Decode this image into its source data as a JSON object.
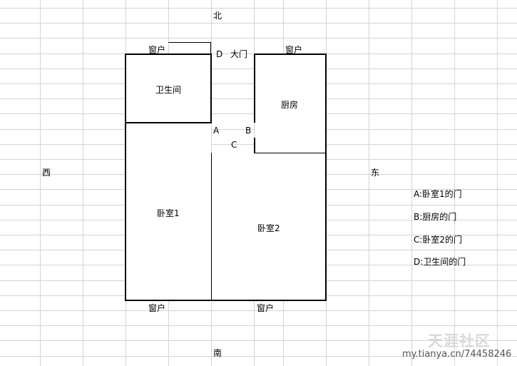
{
  "compass": {
    "north": "北",
    "south": "南",
    "west": "西",
    "east": "东"
  },
  "rooms": {
    "bathroom": "卫生间",
    "kitchen": "厨房",
    "bedroom1": "卧室1",
    "bedroom2": "卧室2"
  },
  "doors": {
    "main": "大门",
    "a": "A",
    "b": "B",
    "c": "C",
    "d": "D"
  },
  "windows": {
    "top_left": "窗户",
    "top_right": "窗户",
    "bottom_left": "窗户",
    "bottom_right": "窗户"
  },
  "legend": [
    "A:卧室1的门",
    "B:厨房的门",
    "C:卧室2的门",
    "D:卫生间的门"
  ],
  "watermark": {
    "logo": "天涯社区",
    "url": "my.tianya.cn/74458246"
  }
}
